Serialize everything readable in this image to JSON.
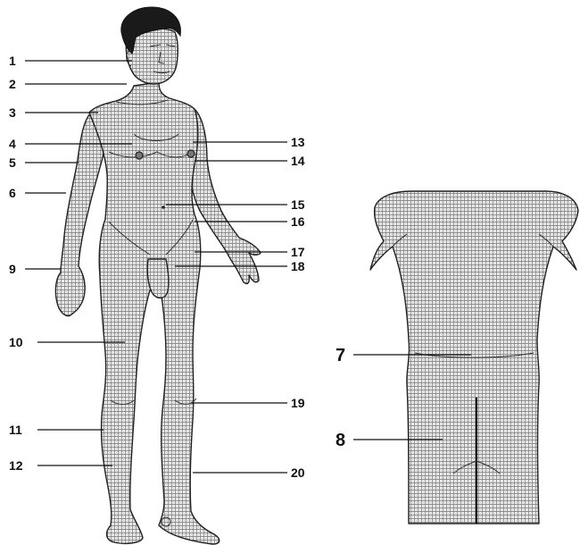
{
  "labels_left": [
    "1",
    "2",
    "3",
    "4",
    "5",
    "6",
    "9",
    "10",
    "11",
    "12"
  ],
  "labels_right": [
    "13",
    "14",
    "15",
    "16",
    "17",
    "18",
    "19",
    "20"
  ],
  "labels_back": [
    "7",
    "8"
  ],
  "colors": {
    "ink": "#111111",
    "shade": "#9a9a9a",
    "background": "#ffffff",
    "hair": "#1a1a1a"
  }
}
